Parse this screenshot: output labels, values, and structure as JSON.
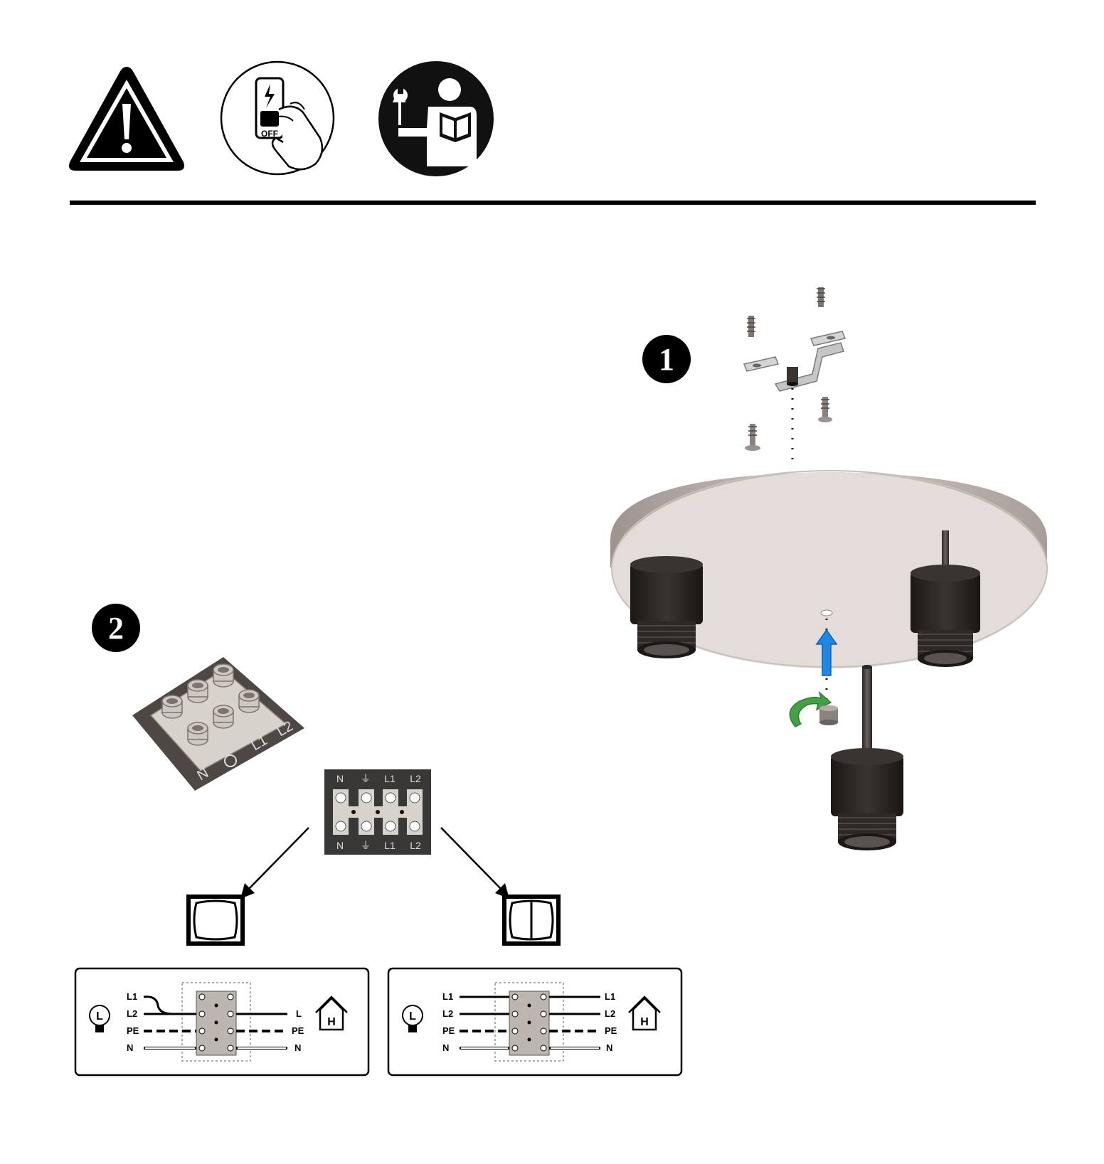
{
  "safety_icons": {
    "warning": "warning-triangle-icon",
    "power_off": "power-off-switch-icon",
    "manual": "read-manual-icon",
    "switch_label": "OFF"
  },
  "steps": {
    "step1": "1",
    "step2": "2"
  },
  "terminal_block": {
    "top_labels": [
      "N",
      "⏚",
      "L1",
      "L2"
    ],
    "bottom_labels": [
      "N",
      "⏚",
      "L1",
      "L2"
    ],
    "photo_labels": [
      "N",
      "L1",
      "L2"
    ]
  },
  "wiring": {
    "single_switch": {
      "left_labels": [
        "L1",
        "L2",
        "PE",
        "N"
      ],
      "right_labels": [
        "L",
        "PE",
        "N"
      ],
      "lamp_letter": "L",
      "house_letter": "H"
    },
    "double_switch": {
      "left_labels": [
        "L1",
        "L2",
        "PE",
        "N"
      ],
      "right_labels": [
        "L1",
        "L2",
        "PE",
        "N"
      ],
      "lamp_letter": "L",
      "house_letter": "H"
    }
  },
  "colors": {
    "ink": "#000000",
    "canopy": "#b8aca6",
    "socket": "#2b2624",
    "bracket": "#bdbdbd",
    "arrow_blue": "#1e88e5",
    "arrow_green": "#43a047"
  }
}
